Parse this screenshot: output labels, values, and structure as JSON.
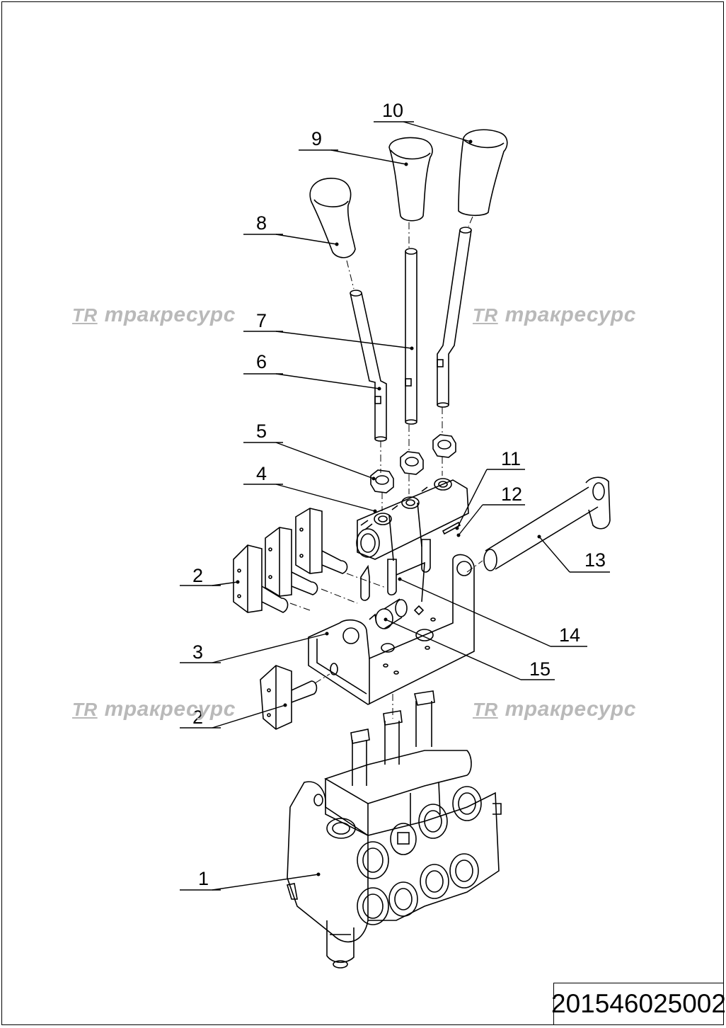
{
  "watermark": {
    "logo": "TR",
    "text": "тракресурс"
  },
  "callouts": [
    "1",
    "2",
    "2",
    "3",
    "4",
    "5",
    "6",
    "7",
    "8",
    "9",
    "10",
    "11",
    "12",
    "13",
    "14",
    "15"
  ],
  "document_code": "201546025002",
  "colors": {
    "line": "#000000",
    "watermark": "#b9b9b9",
    "background": "#ffffff"
  }
}
